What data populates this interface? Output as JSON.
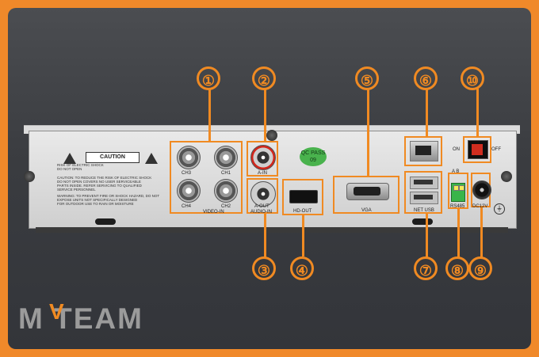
{
  "callouts": [
    "①",
    "②",
    "③",
    "④",
    "⑤",
    "⑥",
    "⑦",
    "⑧",
    "⑨",
    "⑩"
  ],
  "label_block": {
    "caution": "CAUTION",
    "line1": "RISK OF ELECTRIC SHOCK",
    "line2": "DO NOT OPEN",
    "warning1": "CAUTION: TO REDUCE THE RISK OF ELECTRIC SHOCK",
    "warning2": "DO NOT OPEN COVERS NO USER SERVICEABLE",
    "warning3": "PARTS INSIDE. REFER SERVICING TO QUALIFIED",
    "warning4": "SERVICE PERSONNEL",
    "warning5": "WARNING: TO PREVENT FIRE OR SHOCK HAZARD, DO NOT",
    "warning6": "EXPOSE UNITS NOT SPECIFICALLY DESIGNED",
    "warning7": "FOR OUTDOOR USE TO RAIN OR MOISTURE"
  },
  "ports": {
    "video_in_labels": [
      "CH3",
      "CH1",
      "CH4",
      "CH2"
    ],
    "video_in": "VIDEO-IN",
    "audio_in": "A-IN",
    "audio_out": "A-OUT",
    "audio_group": "AUDIO-IN",
    "hd_out": "HD-OUT",
    "vga": "VGA",
    "net_usb": "NET USB",
    "rs485": "RS485",
    "dc": "DC12V",
    "off": "OFF",
    "on": "ON",
    "qc_text": "QC\nPASS 09",
    "ab": "A B"
  },
  "brand": {
    "name": "MVTEAM",
    "accent": "#f08a22"
  }
}
